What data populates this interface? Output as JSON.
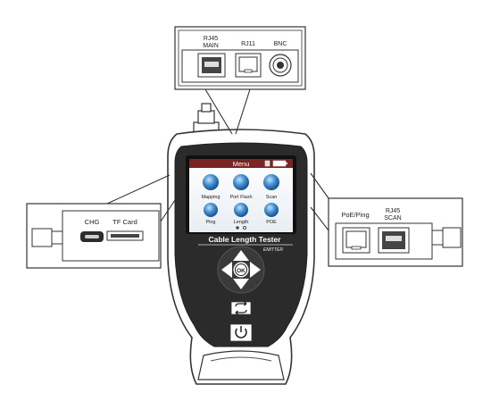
{
  "top_panel": {
    "rj45_main_line1": "RJ45",
    "rj45_main_line2": "MAIN",
    "rj11": "RJ11",
    "bnc": "BNC"
  },
  "left_panel": {
    "chg": "CHG",
    "tf_card": "TF Card"
  },
  "right_panel": {
    "poe_ping": "PoE/Ping",
    "rj45_scan_line1": "RJ45",
    "rj45_scan_line2": "SCAN"
  },
  "screen": {
    "title": "Menu",
    "apps": [
      {
        "label": "Mapping"
      },
      {
        "label": "Port Flash"
      },
      {
        "label": "Scan"
      },
      {
        "label": "Ping"
      },
      {
        "label": "Length"
      },
      {
        "label": "POE"
      }
    ]
  },
  "device": {
    "brand_line": "Cable Length Tester",
    "model_line": "EMITTER",
    "ok_label": "OK"
  },
  "colors": {
    "body_dark": "#2b2b2b",
    "screen_bg": "#ffffff",
    "title_bar": "#7a2424",
    "icon_blue": "#2f7dc1",
    "outline": "#333333"
  },
  "icons": [
    "up-arrow-icon",
    "down-arrow-icon",
    "left-arrow-icon",
    "right-arrow-icon",
    "loop-icon",
    "power-icon",
    "battery-icon",
    "sd-card-icon"
  ]
}
